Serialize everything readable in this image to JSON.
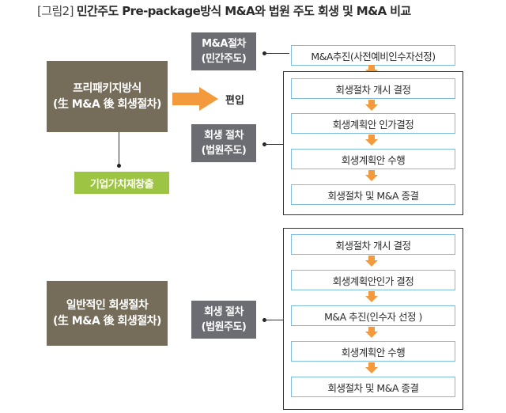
{
  "title": {
    "tag": "[그림2]",
    "main": "민간주도 Pre-package방식 M&A와 법원 주도 회생 및 M&A 비교"
  },
  "top": {
    "left_box": {
      "line1": "프리패키지방식",
      "line2": "(生 M&A 後 회생절차)"
    },
    "green_box": "기업가치재창출",
    "insert_label": "편입",
    "ma_box": {
      "line1": "M&A절차",
      "line2": "(민간주도)"
    },
    "ma_step": "M&A추진(사전예비인수자선정)",
    "court_box": {
      "line1": "회생 절차",
      "line2": "(법원주도)"
    },
    "steps": [
      "회생절차 개시 결정",
      "회생계획안 인가결정",
      "회생계획안 수행",
      "회생절차 및 M&A 종결"
    ]
  },
  "bottom": {
    "left_box": {
      "line1": "일반적인 회생절차",
      "line2": "(生 M&A 後 회생절차)"
    },
    "court_box": {
      "line1": "회생 절차",
      "line2": "(법원주도)"
    },
    "steps": [
      "회생절차 개시 결정",
      "회생계획안인가 결정",
      "M&A 추진(인수자 선정 )",
      "회생계획안 수행",
      "회생절차 및 M&A 종결"
    ]
  },
  "colors": {
    "brown_box": "#766c5a",
    "grey_box": "#6b6d73",
    "green_box": "#9ec443",
    "arrow": "#f39a3d",
    "step_border": "#7fbde0"
  }
}
